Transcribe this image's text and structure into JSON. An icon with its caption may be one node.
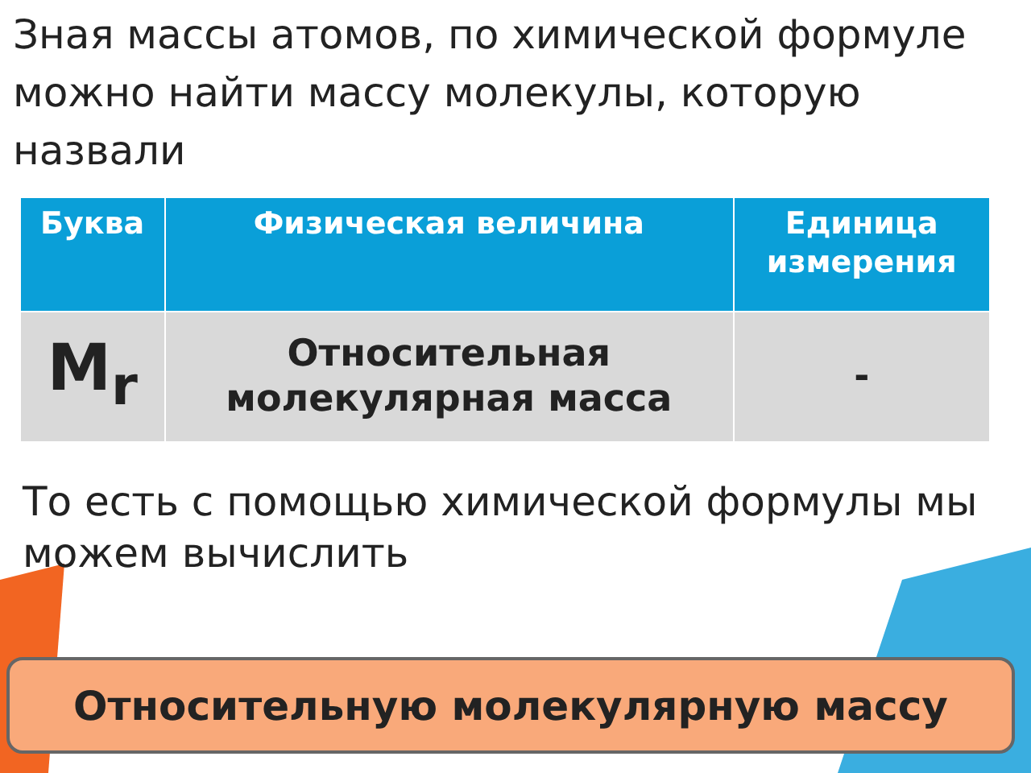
{
  "diagram": {
    "title": "Зная массы атомов, по химической формуле можно найти массу молекулы, которую назвали",
    "nodes": [
      {
        "text": [
          "Относительную молекулярную массу"
        ]
      }
    ],
    "labels": [
      "Буква",
      "Физическая величина",
      "Единица измерения",
      "M$_{r}$",
      "Относительная молекулярная масса",
      "-",
      "То есть с помощью химической формулы мы можем вычислить"
    ]
  }
}
